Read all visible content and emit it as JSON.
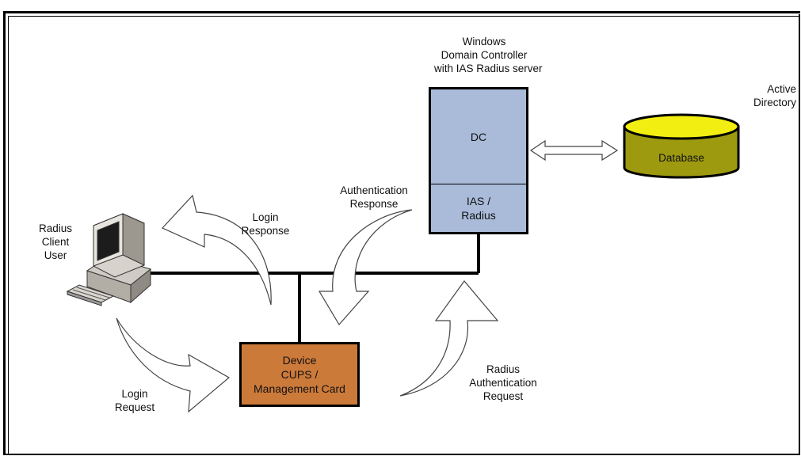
{
  "domain_controller": {
    "title_line1": "Windows",
    "title_line2": "Domain Controller",
    "title_line3": "with IAS Radius server",
    "dc_label": "DC",
    "ias_line1": "IAS /",
    "ias_line2": "Radius"
  },
  "active_directory": {
    "label_line1": "Active",
    "label_line2": "Directory",
    "database_label": "Database"
  },
  "client": {
    "label_line1": "Radius",
    "label_line2": "Client",
    "label_line3": "User"
  },
  "device": {
    "line1": "Device",
    "line2": "CUPS /",
    "line3": "Management Card"
  },
  "arrows": {
    "login_response_1": "Login",
    "login_response_2": "Response",
    "login_request_1": "Login",
    "login_request_2": "Request",
    "auth_response_1": "Authentication",
    "auth_response_2": "Response",
    "radius_auth_1": "Radius",
    "radius_auth_2": "Authentication",
    "radius_auth_3": "Request"
  },
  "colors": {
    "dc_fill": "#a9bbd9",
    "device_fill": "#cc7a3a",
    "database_top": "#f2ee12",
    "database_body": "#9e9a0f"
  }
}
